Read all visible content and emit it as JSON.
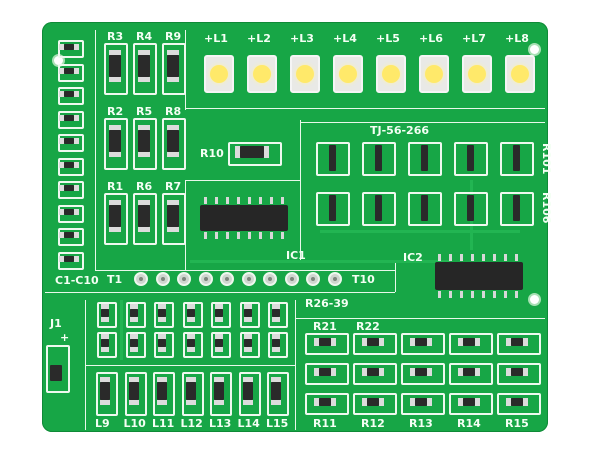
{
  "board": {
    "color": "#17a646",
    "silkscreen_color": "#f4fff4",
    "capacitor_label": "C1-C10",
    "resistor_labels_top": [
      "R3",
      "R4",
      "R9",
      "R2",
      "R5",
      "R8",
      "R1",
      "R6",
      "R7"
    ],
    "r10_label": "R10",
    "led_labels_top": [
      "+L1",
      "+L2",
      "+L3",
      "+L4",
      "+L5",
      "+L6",
      "+L7",
      "+L8"
    ],
    "part_number": "TJ-56-266",
    "array_labels": [
      "R101",
      "R106"
    ],
    "ic1_label": "IC1",
    "ic2_label": "IC2",
    "t_start_label": "T1",
    "t_end_label": "T10",
    "resistor_range_label": "R26-39",
    "connector_label": "J1",
    "connector_plus": "+",
    "led_labels_bottom": [
      "L9",
      "L10",
      "L11",
      "L12",
      "L13",
      "L14",
      "L15"
    ],
    "r_top_labels": [
      "R21",
      "R22"
    ],
    "r_bottom_labels": [
      "R11",
      "R12",
      "R13",
      "R14",
      "R15"
    ]
  }
}
